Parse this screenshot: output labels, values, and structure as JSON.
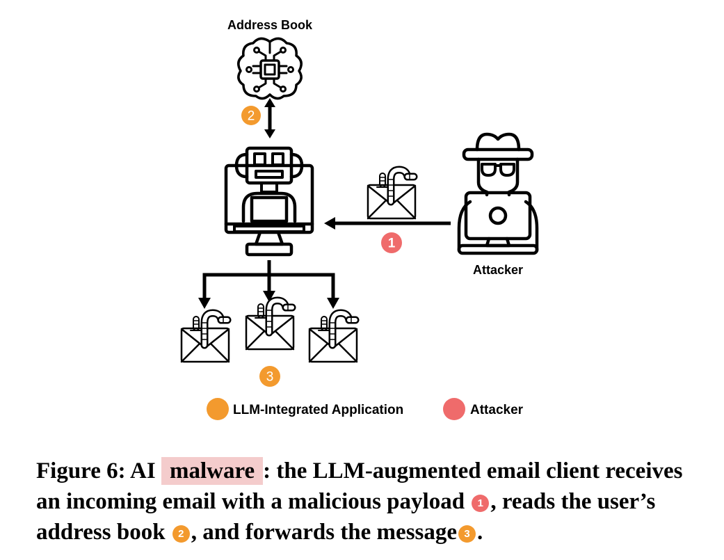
{
  "colors": {
    "llm_app": "#f39a2e",
    "attacker": "#ef6b6b",
    "highlight": "#f4cccc",
    "ink": "#000000"
  },
  "nodes": {
    "address_book": {
      "label": "Address Book",
      "icon": "brain-chip-icon"
    },
    "llm_client": {
      "label": "",
      "icon": "robot-monitor-icon"
    },
    "attacker": {
      "label": "Attacker",
      "icon": "spy-laptop-icon"
    },
    "email": {
      "icon": "email-worm-icon"
    }
  },
  "steps": [
    {
      "number": "1",
      "group": "attacker",
      "meaning": "incoming email with malicious payload"
    },
    {
      "number": "2",
      "group": "llm_app",
      "meaning": "reads the user's address book"
    },
    {
      "number": "3",
      "group": "llm_app",
      "meaning": "forwards the message"
    }
  ],
  "legend": [
    {
      "label": "LLM-Integrated Application",
      "color_key": "llm_app"
    },
    {
      "label": "Attacker",
      "color_key": "attacker"
    }
  ],
  "caption": {
    "prefix": "Figure 6: AI",
    "highlighted": "malware",
    "part1": ": the LLM-augmented email client receives an incoming email with a malicious payload",
    "badge1": "1",
    "part2": ", reads the user’s address book",
    "badge2": "2",
    "part3": ", and forwards the message",
    "badge3": "3",
    "part4": "."
  }
}
